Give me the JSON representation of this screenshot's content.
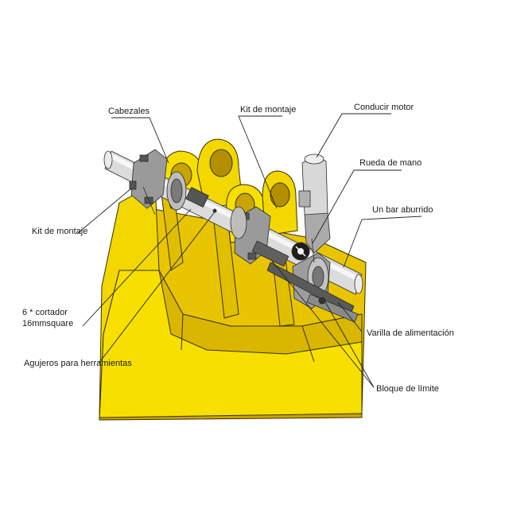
{
  "colors": {
    "bucket_light": "#f7e000",
    "bucket_mid": "#e8c500",
    "bucket_dark": "#c9a300",
    "metal_light": "#e6e6e6",
    "metal_mid": "#b9b9b9",
    "metal_dark": "#6f6f6f"
  },
  "labels": {
    "cabezales": "Cabezales",
    "kit_top": "Kit de montaje",
    "conducir": "Conducir motor",
    "rueda": "Rueda de mano",
    "bar": "Un bar aburrido",
    "kit_left": "Kit de montaje",
    "cortador_1": "6 * cortador",
    "cortador_2": "16mmsquare",
    "varilla": "Varilla de alimentación",
    "agujeros": "Agujeros para herramientas",
    "bloque": "Bloque de límite"
  }
}
